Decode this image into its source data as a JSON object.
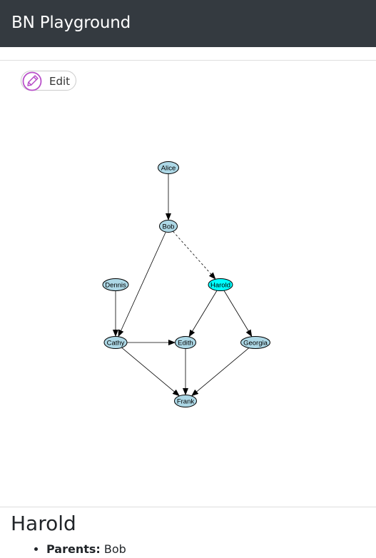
{
  "header": {
    "title": "BN Playground"
  },
  "toolbar": {
    "edit_label": "Edit",
    "edit_icon": "pencil-icon",
    "edit_icon_color": "#b84fc9"
  },
  "graph": {
    "nodes": [
      {
        "id": "Alice",
        "label": "Alice",
        "selected": false
      },
      {
        "id": "Bob",
        "label": "Bob",
        "selected": false
      },
      {
        "id": "Dennis",
        "label": "Dennis",
        "selected": false
      },
      {
        "id": "Harold",
        "label": "Harold",
        "selected": true
      },
      {
        "id": "Cathy",
        "label": "Cathy",
        "selected": false
      },
      {
        "id": "Edith",
        "label": "Edith",
        "selected": false
      },
      {
        "id": "Georgia",
        "label": "Georgia",
        "selected": false
      },
      {
        "id": "Frank",
        "label": "Frank",
        "selected": false
      }
    ],
    "edges": [
      {
        "from": "Alice",
        "to": "Bob",
        "dashed": false
      },
      {
        "from": "Bob",
        "to": "Cathy",
        "dashed": false
      },
      {
        "from": "Bob",
        "to": "Harold",
        "dashed": true
      },
      {
        "from": "Dennis",
        "to": "Cathy",
        "dashed": false
      },
      {
        "from": "Harold",
        "to": "Edith",
        "dashed": false
      },
      {
        "from": "Harold",
        "to": "Georgia",
        "dashed": false
      },
      {
        "from": "Cathy",
        "to": "Edith",
        "dashed": false
      },
      {
        "from": "Cathy",
        "to": "Frank",
        "dashed": false
      },
      {
        "from": "Edith",
        "to": "Frank",
        "dashed": false
      },
      {
        "from": "Georgia",
        "to": "Frank",
        "dashed": false
      }
    ],
    "colors": {
      "node_fill": "#add8e6",
      "selected_fill": "#00ffff",
      "stroke": "#000000"
    }
  },
  "detail": {
    "title": "Harold",
    "items": [
      {
        "key": "Parents:",
        "value": "Bob"
      }
    ]
  }
}
